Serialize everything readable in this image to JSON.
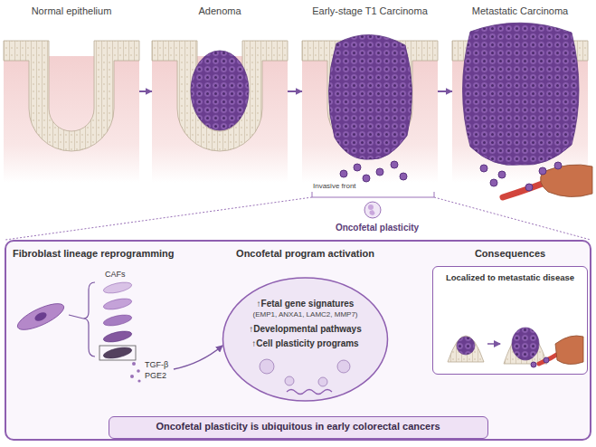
{
  "diagram": {
    "nodes": [
      {
        "text": [
          "Normal epithelium"
        ]
      },
      {
        "text": [
          "Adenoma"
        ]
      },
      {
        "text": [
          "Early-stage T1 Carcinoma"
        ]
      },
      {
        "text": [
          "Metastatic Carcinoma"
        ]
      },
      {
        "text": [
          "Oncofetal plasticity"
        ]
      },
      {
        "text": [
          "Oncofetal program activation",
          "↑Fetal gene signatures",
          "(EMP1, ANXA1, LAMC2, MMP7)",
          "↑Developmental pathways",
          "↑Cell plasticity programs"
        ],
        "in": 4
      },
      {
        "text": [
          "Consequences",
          "Localized to metastatic disease"
        ],
        "in": 4
      },
      {
        "text": [
          "Oncofetal plasticity is ubiquitous in early colorectal cancers"
        ],
        "in": 4
      }
    ],
    "edges": [
      {
        "from": 0,
        "to": 1,
        "arrow": "to"
      },
      {
        "from": 1,
        "to": 2,
        "arrow": "to"
      },
      {
        "from": 2,
        "to": 3,
        "arrow": "to"
      }
    ],
    "labels": [
      "Invasive front",
      "Fibroblast lineage reprogramming",
      "CAFs",
      "TGF-β",
      "PGE2"
    ]
  }
}
